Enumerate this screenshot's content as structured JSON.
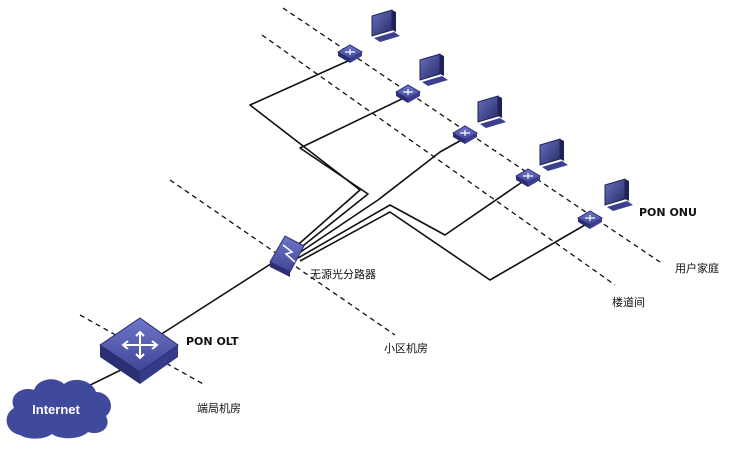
{
  "diagram": {
    "internet_label": "Internet",
    "olt_label": "PON OLT",
    "splitter_label": "无源光分路器",
    "onu_label": "PON ONU",
    "zones": {
      "central_office": "端局机房",
      "community_room": "小区机房",
      "stairwell": "楼道间",
      "user_home": "用户家庭"
    },
    "onu_count": 5,
    "colors": {
      "device_fill": "#3a3f8f",
      "device_top": "#5a61b8",
      "cloud_fill": "#3f4a9c",
      "line": "#111111"
    }
  }
}
